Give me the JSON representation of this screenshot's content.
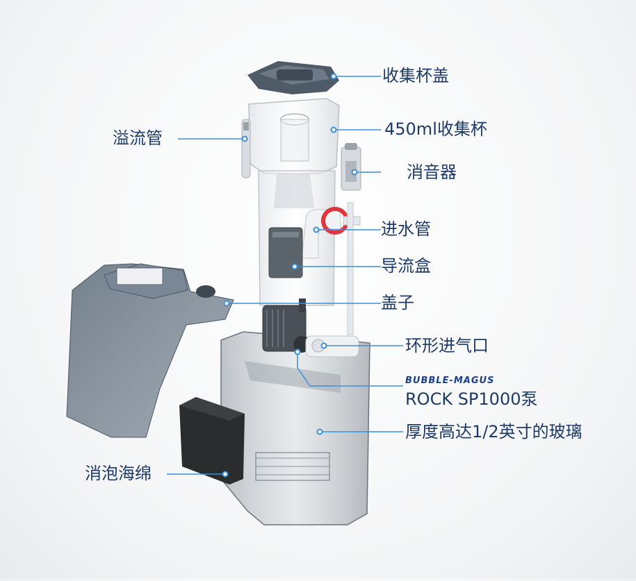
{
  "labels": {
    "cup_lid": "收集杯盖",
    "overflow_pipe": "溢流管",
    "collection_cup": "450ml收集杯",
    "silencer": "消音器",
    "inlet_pipe": "进水管",
    "diffuser_box": "导流盒",
    "cover": "盖子",
    "air_intake": "环形进气口",
    "brand": "BUBBLE-MAGUS",
    "pump": "ROCK SP1000泵",
    "glass": "厚度高达1/2英寸的玻璃",
    "sponge": "消泡海绵"
  },
  "colors": {
    "label": "#1e3a66",
    "leader_line": "#3a8fd8",
    "brand": "#1b3f8f",
    "red_ring": "#e0353a"
  }
}
